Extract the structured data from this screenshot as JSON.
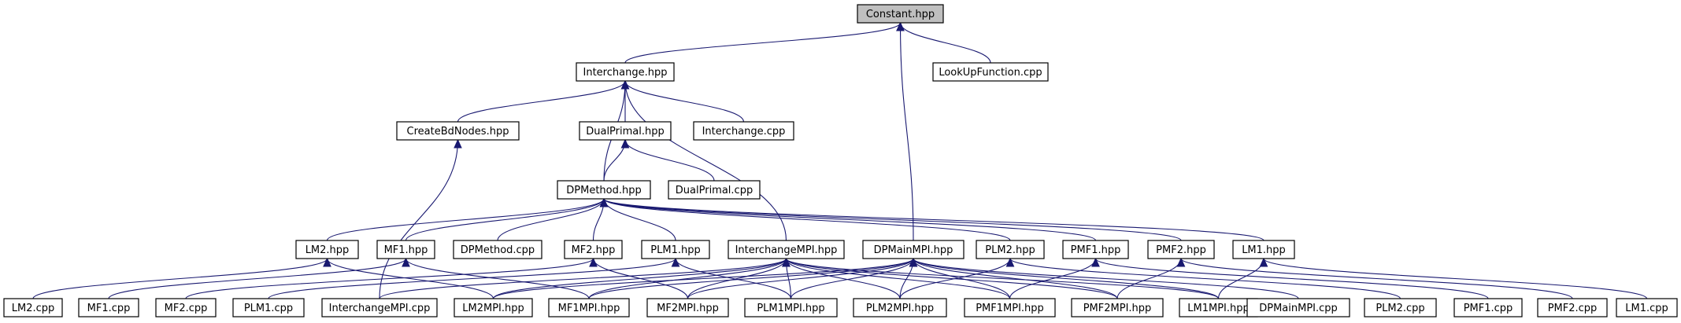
{
  "colors": {
    "edge": "#191970",
    "root_fill": "#bfbfbf",
    "node_fill": "#ffffff",
    "text": "#000000"
  },
  "nodes": {
    "constant_hpp": "Constant.hpp",
    "interchange_hpp": "Interchange.hpp",
    "lookupfunction_cpp": "LookUpFunction.cpp",
    "createbdnodes_hpp": "CreateBdNodes.hpp",
    "dualprimal_hpp": "DualPrimal.hpp",
    "interchange_cpp": "Interchange.cpp",
    "dpmethod_hpp": "DPMethod.hpp",
    "dualprimal_cpp": "DualPrimal.cpp",
    "lm2_hpp": "LM2.hpp",
    "mf1_hpp": "MF1.hpp",
    "dpmethod_cpp": "DPMethod.cpp",
    "mf2_hpp": "MF2.hpp",
    "plm1_hpp": "PLM1.hpp",
    "interchangempi_hpp": "InterchangeMPI.hpp",
    "dpmainmpi_hpp": "DPMainMPI.hpp",
    "plm2_hpp": "PLM2.hpp",
    "pmf1_hpp": "PMF1.hpp",
    "pmf2_hpp": "PMF2.hpp",
    "lm1_hpp": "LM1.hpp",
    "lm2_cpp": "LM2.cpp",
    "mf1_cpp": "MF1.cpp",
    "mf2_cpp": "MF2.cpp",
    "plm1_cpp": "PLM1.cpp",
    "interchangempi_cpp": "InterchangeMPI.cpp",
    "lm2mpi_hpp": "LM2MPI.hpp",
    "mf1mpi_hpp": "MF1MPI.hpp",
    "mf2mpi_hpp": "MF2MPI.hpp",
    "plm1mpi_hpp": "PLM1MPI.hpp",
    "plm2mpi_hpp": "PLM2MPI.hpp",
    "pmf1mpi_hpp": "PMF1MPI.hpp",
    "pmf2mpi_hpp": "PMF2MPI.hpp",
    "lm1mpi_hpp": "LM1MPI.hpp",
    "dpmainmpi_cpp": "DPMainMPI.cpp",
    "plm2_cpp": "PLM2.cpp",
    "pmf1_cpp": "PMF1.cpp",
    "pmf2_cpp": "PMF2.cpp",
    "lm1_cpp": "LM1.cpp"
  },
  "edges": [
    [
      "interchange_hpp",
      "constant_hpp"
    ],
    [
      "lookupfunction_cpp",
      "constant_hpp"
    ],
    [
      "dpmainmpi_hpp",
      "constant_hpp"
    ],
    [
      "createbdnodes_hpp",
      "interchange_hpp"
    ],
    [
      "dualprimal_hpp",
      "interchange_hpp"
    ],
    [
      "interchange_cpp",
      "interchange_hpp"
    ],
    [
      "dpmethod_hpp",
      "interchange_hpp"
    ],
    [
      "interchangempi_hpp",
      "interchange_hpp"
    ],
    [
      "dpmethod_hpp",
      "dualprimal_hpp"
    ],
    [
      "dualprimal_cpp",
      "dualprimal_hpp"
    ],
    [
      "interchangempi_cpp",
      "createbdnodes_hpp"
    ],
    [
      "lm2_hpp",
      "dpmethod_hpp"
    ],
    [
      "mf1_hpp",
      "dpmethod_hpp"
    ],
    [
      "dpmethod_cpp",
      "dpmethod_hpp"
    ],
    [
      "mf2_hpp",
      "dpmethod_hpp"
    ],
    [
      "plm1_hpp",
      "dpmethod_hpp"
    ],
    [
      "plm2_hpp",
      "dpmethod_hpp"
    ],
    [
      "pmf1_hpp",
      "dpmethod_hpp"
    ],
    [
      "pmf2_hpp",
      "dpmethod_hpp"
    ],
    [
      "lm1_hpp",
      "dpmethod_hpp"
    ],
    [
      "lm2_cpp",
      "lm2_hpp"
    ],
    [
      "lm2mpi_hpp",
      "lm2_hpp"
    ],
    [
      "mf1_cpp",
      "mf1_hpp"
    ],
    [
      "mf1mpi_hpp",
      "mf1_hpp"
    ],
    [
      "mf2_cpp",
      "mf2_hpp"
    ],
    [
      "mf2mpi_hpp",
      "mf2_hpp"
    ],
    [
      "plm1_cpp",
      "plm1_hpp"
    ],
    [
      "plm1mpi_hpp",
      "plm1_hpp"
    ],
    [
      "interchangempi_cpp",
      "interchangempi_hpp"
    ],
    [
      "lm2mpi_hpp",
      "interchangempi_hpp"
    ],
    [
      "mf1mpi_hpp",
      "interchangempi_hpp"
    ],
    [
      "mf2mpi_hpp",
      "interchangempi_hpp"
    ],
    [
      "plm1mpi_hpp",
      "interchangempi_hpp"
    ],
    [
      "plm2mpi_hpp",
      "interchangempi_hpp"
    ],
    [
      "pmf1mpi_hpp",
      "interchangempi_hpp"
    ],
    [
      "pmf2mpi_hpp",
      "interchangempi_hpp"
    ],
    [
      "lm1mpi_hpp",
      "interchangempi_hpp"
    ],
    [
      "lm2mpi_hpp",
      "dpmainmpi_hpp"
    ],
    [
      "mf1mpi_hpp",
      "dpmainmpi_hpp"
    ],
    [
      "mf2mpi_hpp",
      "dpmainmpi_hpp"
    ],
    [
      "plm1mpi_hpp",
      "dpmainmpi_hpp"
    ],
    [
      "plm2mpi_hpp",
      "dpmainmpi_hpp"
    ],
    [
      "pmf1mpi_hpp",
      "dpmainmpi_hpp"
    ],
    [
      "pmf2mpi_hpp",
      "dpmainmpi_hpp"
    ],
    [
      "lm1mpi_hpp",
      "dpmainmpi_hpp"
    ],
    [
      "dpmainmpi_cpp",
      "dpmainmpi_hpp"
    ],
    [
      "plm2_cpp",
      "plm2_hpp"
    ],
    [
      "plm2mpi_hpp",
      "plm2_hpp"
    ],
    [
      "pmf1_cpp",
      "pmf1_hpp"
    ],
    [
      "pmf1mpi_hpp",
      "pmf1_hpp"
    ],
    [
      "pmf2_cpp",
      "pmf2_hpp"
    ],
    [
      "pmf2mpi_hpp",
      "pmf2_hpp"
    ],
    [
      "lm1_cpp",
      "lm1_hpp"
    ],
    [
      "lm1mpi_hpp",
      "lm1_hpp"
    ]
  ]
}
